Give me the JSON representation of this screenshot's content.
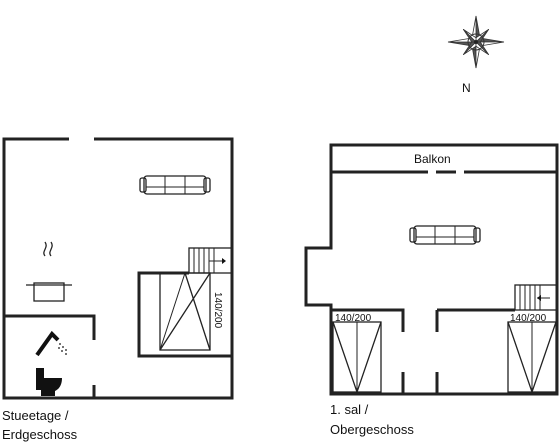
{
  "compass": {
    "north_label": "N",
    "icon": "compass-rose-icon"
  },
  "floors": [
    {
      "id": "ground",
      "caption_line1": "Stueetage /",
      "caption_line2": "Erdgeschoss",
      "bed_label": "140/200",
      "icons": [
        "sofa-icon",
        "cooking-pot-icon",
        "shower-icon",
        "toilet-icon",
        "stairs-icon",
        "double-bed-icon"
      ]
    },
    {
      "id": "first",
      "caption_line1": "1. sal /",
      "caption_line2": "Obergeschoss",
      "balcony_label": "Balkon",
      "bed_left_label": "140/200",
      "bed_right_label": "140/200",
      "icons": [
        "sofa-icon",
        "stairs-icon",
        "single-bed-icon",
        "single-bed-icon"
      ]
    }
  ]
}
